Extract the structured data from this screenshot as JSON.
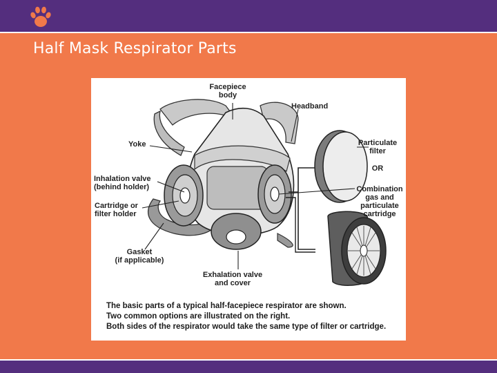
{
  "slide": {
    "title": "Half Mask Respirator Parts",
    "colors": {
      "orange": "#f1794a",
      "purple": "#542e7e"
    },
    "logo_icon": "paw-icon"
  },
  "diagram": {
    "labels": {
      "facepiece_1": "Facepiece",
      "facepiece_2": "body",
      "headband": "Headband",
      "yoke": "Yoke",
      "particulate_1": "Particulate",
      "particulate_2": "filter",
      "or": "OR",
      "inhalation_1": "Inhalation valve",
      "inhalation_2": "(behind holder)",
      "combination_1": "Combination",
      "combination_2": "gas and",
      "combination_3": "particulate",
      "combination_4": "cartridge",
      "cartridge_1": "Cartridge or",
      "cartridge_2": "filter holder",
      "gasket_1": "Gasket",
      "gasket_2": "(if applicable)",
      "exhalation_1": "Exhalation valve",
      "exhalation_2": "and cover"
    },
    "caption": [
      "The basic parts of a typical half-facepiece respirator are shown.",
      "Two common options are illustrated on the right.",
      "Both sides of the respirator would take the same type of filter or cartridge."
    ]
  }
}
